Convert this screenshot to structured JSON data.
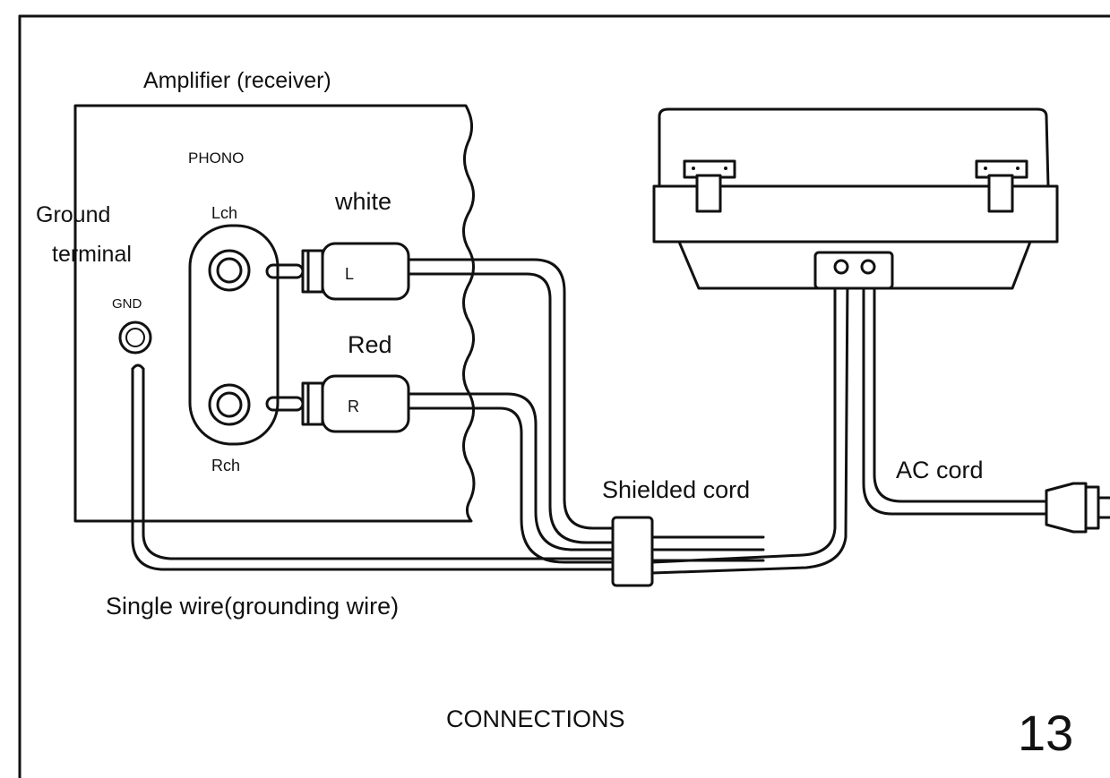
{
  "labels": {
    "amplifier": "Amplifier (receiver)",
    "phono": "PHONO",
    "ground_line1": "Ground",
    "ground_line2": "terminal",
    "gnd": "GND",
    "lch": "Lch",
    "rch": "Rch",
    "white": "white",
    "red": "Red",
    "shielded_cord": "Shielded cord",
    "ac_cord": "AC cord",
    "single_wire": "Single wire(grounding wire)",
    "plug_l_mark": "L",
    "plug_r_mark": "R"
  },
  "footer": {
    "caption": "CONNECTIONS",
    "page_number": "13"
  }
}
